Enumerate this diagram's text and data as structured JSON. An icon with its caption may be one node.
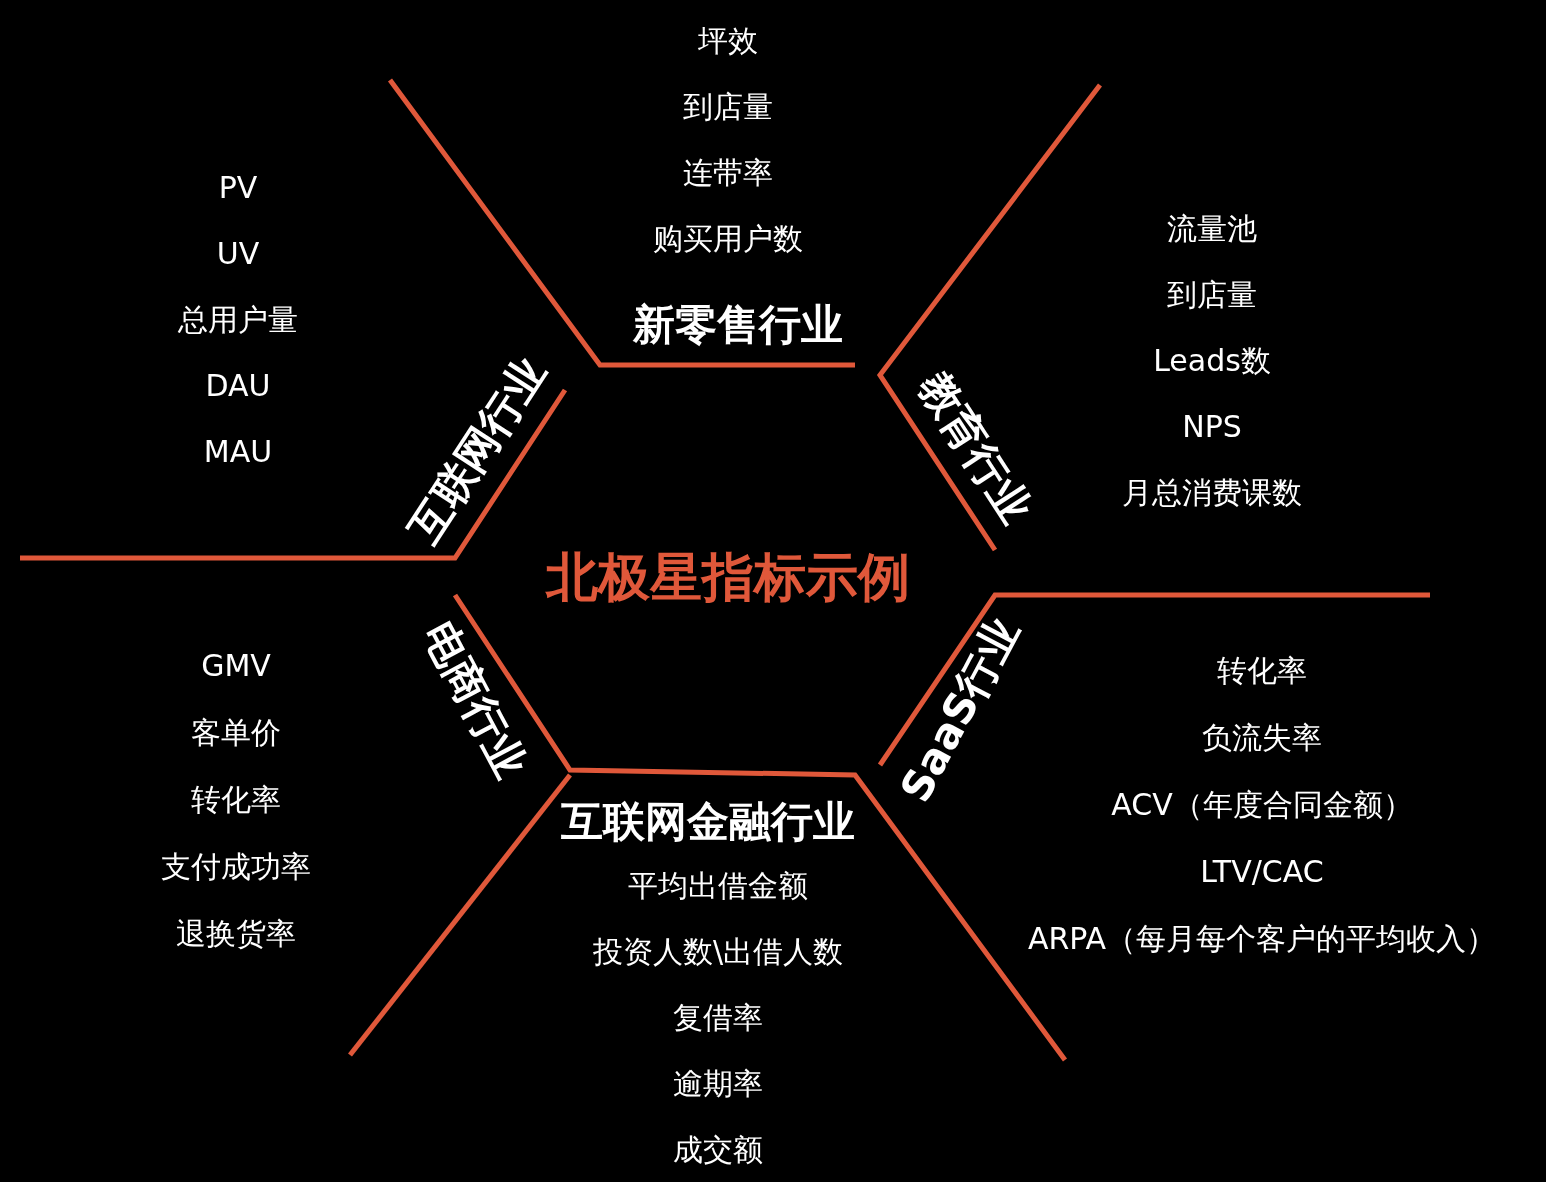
{
  "diagram": {
    "nodes": [
      {
        "text": [
          "北极星指标示例"
        ]
      },
      {
        "text": [
          "互联网行业",
          "PV",
          "UV",
          "总用户量",
          "DAU",
          "MAU"
        ]
      },
      {
        "text": [
          "新零售行业",
          "坪效",
          "到店量",
          "连带率",
          "购买用户数"
        ]
      },
      {
        "text": [
          "教育行业",
          "流量池",
          "到店量",
          "Leads数",
          "NPS",
          "月总消费课数"
        ]
      },
      {
        "text": [
          "电商行业",
          "GMV",
          "客单价",
          "转化率",
          "支付成功率",
          "退换货率"
        ]
      },
      {
        "text": [
          "互联网金融行业",
          "平均出借金额",
          "投资人数\\出借人数",
          "复借率",
          "逾期率",
          "成交额"
        ]
      },
      {
        "text": [
          "SaaS行业",
          "转化率",
          "负流失率",
          "ACV（年度合同金额）",
          "LTV/CAC",
          "ARPA（每月每个客户的平均收入）"
        ]
      }
    ]
  }
}
